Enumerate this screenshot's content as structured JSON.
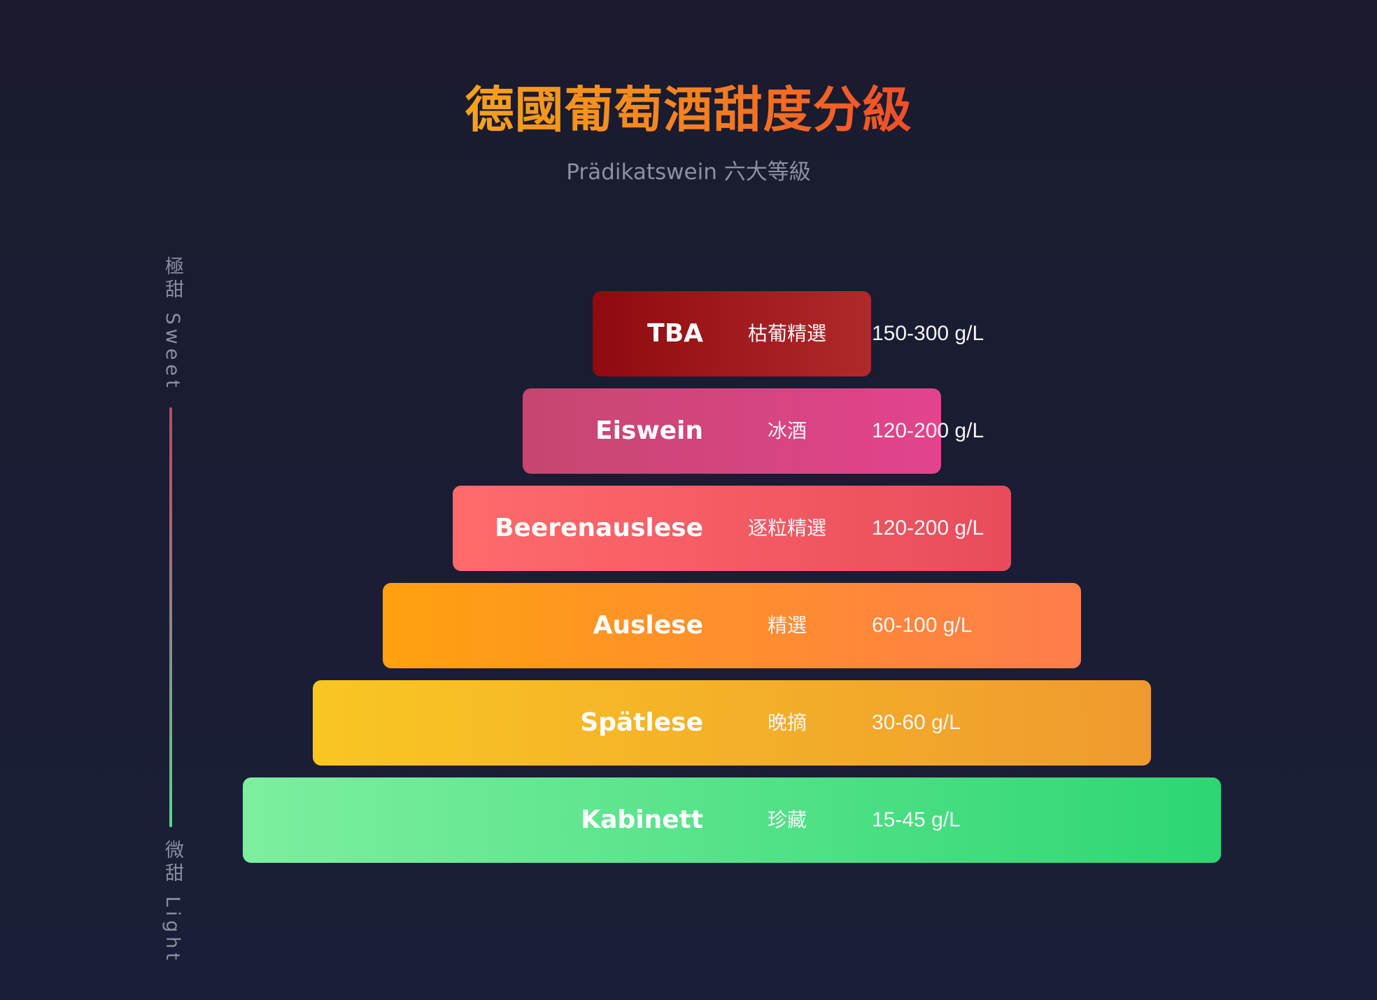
{
  "title": "德國葡萄酒甜度分級",
  "subtitle": "Prädikatswein 六大等級",
  "scale": {
    "top_label": "極甜 Sweet",
    "bottom_label": "微甜 Light"
  },
  "tiers": [
    {
      "name": "TBA",
      "chinese": "枯葡精選",
      "sugar": "150-300 g/L",
      "colors": [
        "#8f0a10",
        "#b0292b"
      ]
    },
    {
      "name": "Eiswein",
      "chinese": "冰酒",
      "sugar": "120-200 g/L",
      "colors": [
        "#c64670",
        "#e2448d"
      ]
    },
    {
      "name": "Beerenauslese",
      "chinese": "逐粒精選",
      "sugar": "120-200 g/L",
      "colors": [
        "#ff6b6b",
        "#e84c5c"
      ]
    },
    {
      "name": "Auslese",
      "chinese": "精選",
      "sugar": "60-100 g/L",
      "colors": [
        "#ffa10f",
        "#ff7c4c"
      ]
    },
    {
      "name": "Spätlese",
      "chinese": "晚摘",
      "sugar": "30-60 g/L",
      "colors": [
        "#f9c623",
        "#ef9a2e"
      ]
    },
    {
      "name": "Kabinett",
      "chinese": "珍藏",
      "sugar": "15-45 g/L",
      "colors": [
        "#7deea0",
        "#2ed673"
      ]
    }
  ]
}
